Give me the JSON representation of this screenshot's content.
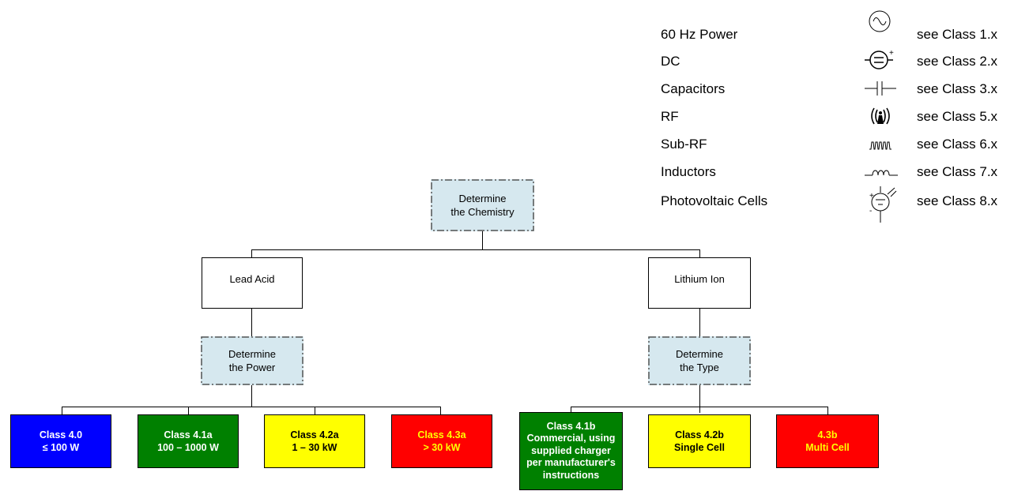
{
  "legend": [
    {
      "label": "60 Hz Power",
      "see": "see Class 1.x",
      "icon": "ac-source-icon"
    },
    {
      "label": "DC",
      "see": "see Class 2.x",
      "icon": "dc-battery-icon"
    },
    {
      "label": "Capacitors",
      "see": "see Class 3.x",
      "icon": "capacitor-icon"
    },
    {
      "label": "RF",
      "see": "see Class 5.x",
      "icon": "rf-antenna-icon"
    },
    {
      "label": "Sub-RF",
      "see": "see Class 6.x",
      "icon": "sub-rf-wave-icon"
    },
    {
      "label": "Inductors",
      "see": "see Class 7.x",
      "icon": "inductor-icon"
    },
    {
      "label": "Photovoltaic Cells",
      "see": "see Class 8.x",
      "icon": "photovoltaic-icon"
    }
  ],
  "legend_icon_plus": "+",
  "legend_icon_minus": "-",
  "root": {
    "line1": "Determine",
    "line2": "the Chemistry"
  },
  "left_branch": {
    "label": "Lead Acid",
    "decision": {
      "line1": "Determine",
      "line2": "the Power"
    },
    "classes": [
      {
        "line1": "Class 4.0",
        "line2": "≤ 100 W",
        "bg": "#0000ff",
        "fg": "#ffffff"
      },
      {
        "line1": "Class 4.1a",
        "line2": "100 – 1000 W",
        "bg": "#008000",
        "fg": "#ffffff"
      },
      {
        "line1": "Class 4.2a",
        "line2": "1 – 30 kW",
        "bg": "#ffff00",
        "fg": "#000000"
      },
      {
        "line1": "Class 4.3a",
        "line2": "> 30 kW",
        "bg": "#ff0000",
        "fg": "#ffff00"
      }
    ]
  },
  "right_branch": {
    "label": "Lithium Ion",
    "decision": {
      "line1": "Determine",
      "line2": "the Type"
    },
    "classes": [
      {
        "line1": "Class 4.1b",
        "line2": "Commercial, using",
        "line3": "supplied charger",
        "line4": "per manufacturer's",
        "line5": "instructions",
        "bg": "#008000",
        "fg": "#ffffff"
      },
      {
        "line1": "Class 4.2b",
        "line2": "Single Cell",
        "bg": "#ffff00",
        "fg": "#000000"
      },
      {
        "line1": "4.3b",
        "line2": "Multi Cell",
        "bg": "#ff0000",
        "fg": "#ffff00"
      }
    ]
  }
}
